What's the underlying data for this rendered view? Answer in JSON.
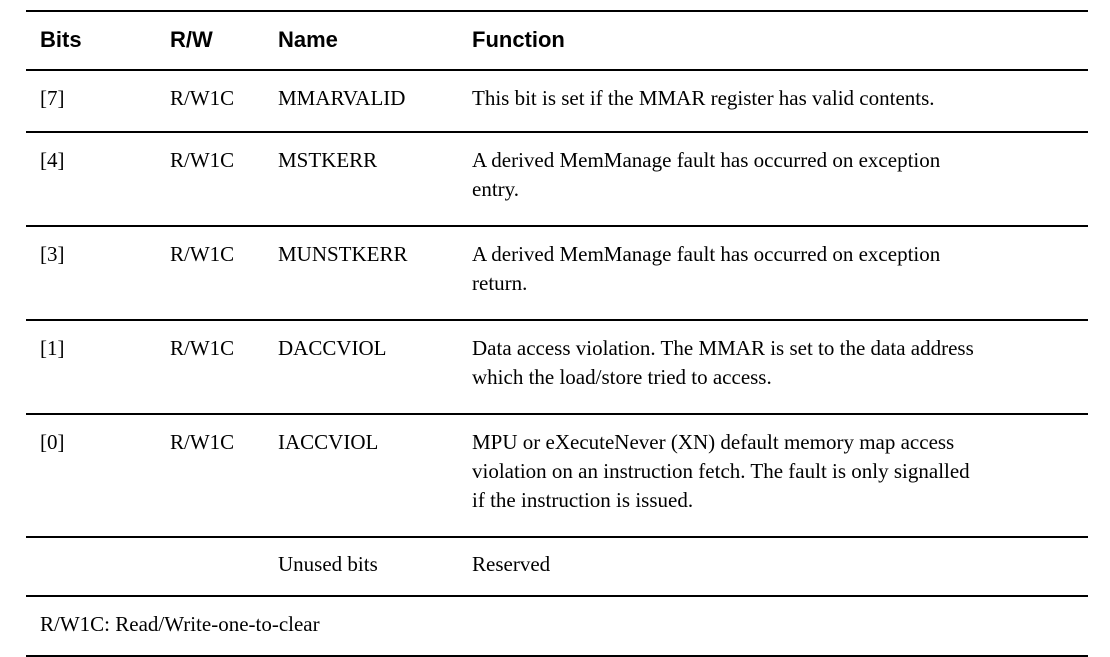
{
  "table": {
    "columns": [
      {
        "key": "bits",
        "label": "Bits"
      },
      {
        "key": "rw",
        "label": "R/W"
      },
      {
        "key": "name",
        "label": "Name"
      },
      {
        "key": "function",
        "label": "Function"
      }
    ],
    "rows": [
      {
        "bits": "[7]",
        "rw": "R/W1C",
        "name": "MMARVALID",
        "function": "This bit is set if the MMAR register has valid contents.",
        "function_lines": [
          "This bit is set if the MMAR register has valid contents."
        ]
      },
      {
        "bits": "[4]",
        "rw": "R/W1C",
        "name": "MSTKERR",
        "function": "A derived MemManage fault has occurred on exception entry.",
        "function_lines": [
          "A derived MemManage fault has occurred on exception",
          "entry."
        ]
      },
      {
        "bits": "[3]",
        "rw": "R/W1C",
        "name": "MUNSTKERR",
        "function": "A derived MemManage fault has occurred on exception return.",
        "function_lines": [
          "A derived MemManage fault has occurred on exception",
          "return."
        ]
      },
      {
        "bits": "[1]",
        "rw": "R/W1C",
        "name": "DACCVIOL",
        "function": "Data access violation. The MMAR is set to the data address which the load/store tried to access.",
        "function_lines": [
          "Data access violation. The MMAR is set to the data address",
          "which the load/store tried to access."
        ]
      },
      {
        "bits": "[0]",
        "rw": "R/W1C",
        "name": "IACCVIOL",
        "function": "MPU or eXecuteNever (XN) default memory map access violation on an instruction fetch. The fault is only signalled if the instruction is issued.",
        "function_lines": [
          "MPU or eXecuteNever (XN) default memory map access",
          "violation on an instruction fetch. The fault is only signalled",
          "if the instruction is issued."
        ]
      },
      {
        "bits": "",
        "rw": "",
        "name": "Unused bits",
        "function": "Reserved",
        "function_lines": [
          "Reserved"
        ]
      }
    ],
    "footnote": "R/W1C: Read/Write-one-to-clear"
  },
  "style": {
    "rule_color": "#000000",
    "text_color": "#000000",
    "background": "#ffffff"
  }
}
